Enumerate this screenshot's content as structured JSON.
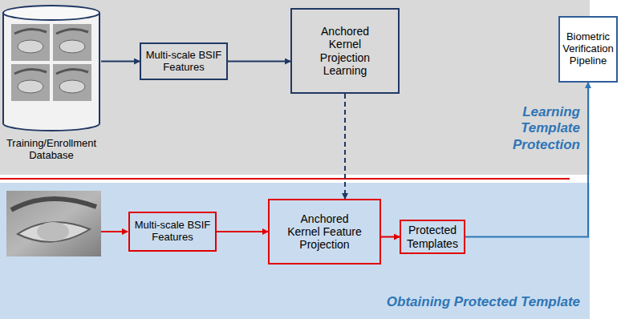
{
  "diagram": {
    "nodes": [
      {
        "text": [
          "Learning Template Protection"
        ]
      },
      {
        "text": [
          "Training/Enrollment Database"
        ],
        "in": 0
      },
      {
        "text": [
          "Multi-scale BSIF Features"
        ],
        "in": 0
      },
      {
        "text": [
          "Anchored Kernel Projection Learning"
        ],
        "in": 0
      },
      {
        "text": [
          "Biometric Verification Pipeline"
        ]
      },
      {
        "text": [
          "Obtaining Protected Template"
        ]
      },
      {
        "text": [
          "Multi-scale BSIF Features"
        ],
        "in": 5
      },
      {
        "text": [
          "Anchored Kernel Feature Projection"
        ],
        "in": 5
      },
      {
        "text": [
          "Protected Templates"
        ],
        "in": 5
      }
    ],
    "edges": [
      {
        "from": 1,
        "to": 2,
        "arrow": "to"
      },
      {
        "from": 2,
        "to": 3,
        "arrow": "to"
      },
      {
        "from": 3,
        "to": 7,
        "arrow": "to"
      },
      {
        "from": 6,
        "to": 7,
        "arrow": "to"
      },
      {
        "from": 7,
        "to": 8,
        "arrow": "to"
      },
      {
        "from": 8,
        "to": 4,
        "arrow": "to"
      }
    ]
  }
}
